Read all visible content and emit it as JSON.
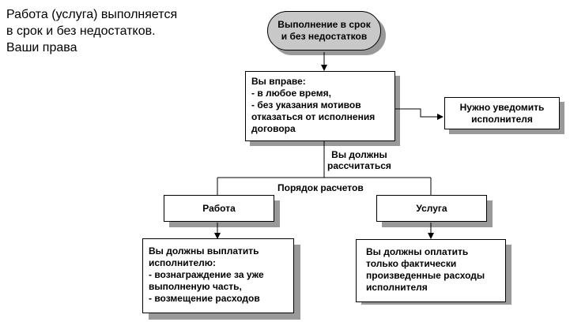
{
  "title": {
    "line1": "Работа (услуга) выполняется",
    "line2": "в срок и без недостатков.",
    "line3": "Ваши права"
  },
  "start": {
    "line1": "Выполнение в срок",
    "line2": "и без недостатков"
  },
  "rights": {
    "line1": "Вы вправе:",
    "line2": "- в любое время,",
    "line3": "- без указания мотивов",
    "line4": "отказаться от исполнения",
    "line5": "договора"
  },
  "notify": {
    "line1": "Нужно уведомить",
    "line2": "исполнителя"
  },
  "settle_label": {
    "line1": "Вы должны",
    "line2": "рассчитаться"
  },
  "order_label": "Порядок расчетов",
  "work": "Работа",
  "service": "Услуга",
  "work_pay": {
    "line1": "Вы должны выплатить",
    "line2": "исполнителю:",
    "line3": "- вознаграждение за уже",
    "line4": "выполненую часть,",
    "line5": "- возмещение расходов"
  },
  "service_pay": {
    "line1": "Вы должны оплатить",
    "line2": "только фактически",
    "line3": "произведенные расходы",
    "line4": "исполнителя"
  },
  "colors": {
    "shadow": "#999999",
    "oval_fill": "#c8c8c8",
    "line": "#000000"
  }
}
